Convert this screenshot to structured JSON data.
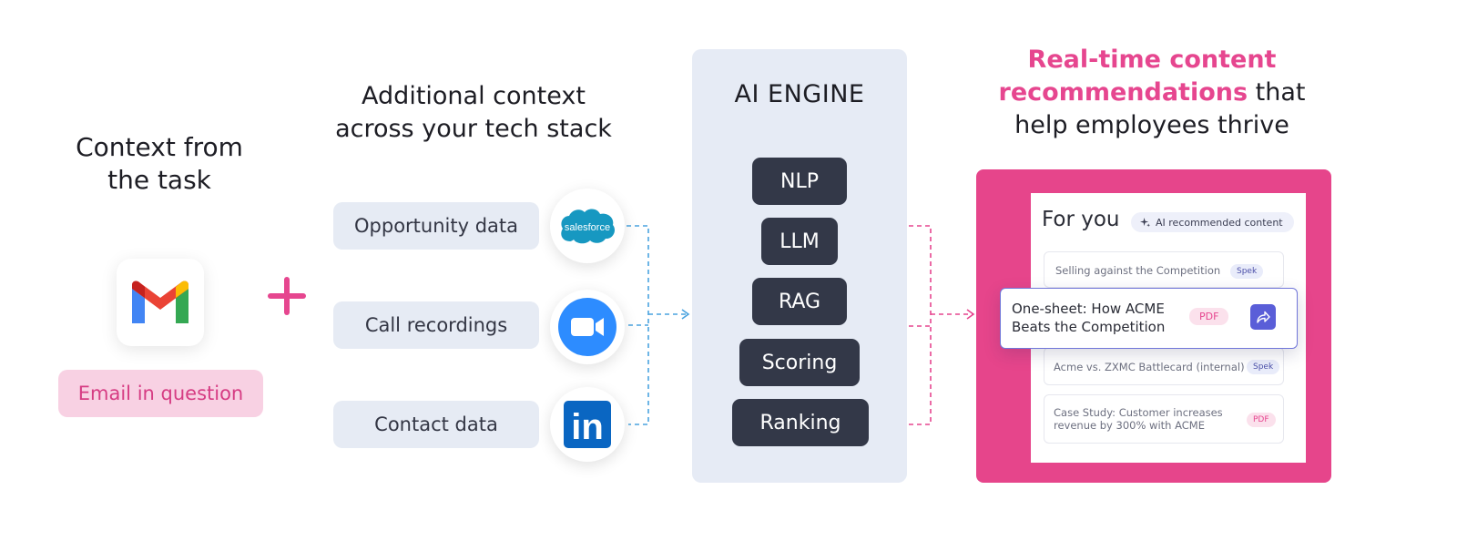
{
  "task": {
    "heading_line1": "Context from",
    "heading_line2": "the task",
    "email_label": "Email in question",
    "gmail_icon": "gmail-icon",
    "plus_icon": "plus-icon"
  },
  "tech_stack": {
    "heading_line1": "Additional context",
    "heading_line2": "across your tech stack",
    "sources": [
      {
        "label": "Opportunity data",
        "icon": "salesforce-icon",
        "icon_text": "salesforce"
      },
      {
        "label": "Call recordings",
        "icon": "zoom-icon"
      },
      {
        "label": "Contact data",
        "icon": "linkedin-icon",
        "icon_text": "in"
      }
    ]
  },
  "engine": {
    "title": "AI ENGINE",
    "components": [
      "NLP",
      "LLM",
      "RAG",
      "Scoring",
      "Ranking"
    ]
  },
  "recommendations": {
    "heading_highlight_line1": "Real-time content",
    "heading_highlight_line2": "recommendations",
    "heading_rest_line2": " that",
    "heading_line3": "help employees thrive",
    "card_title": "For you",
    "badge": "AI recommended content",
    "items": [
      {
        "title": "Selling against the Competition",
        "tag": "Spek"
      },
      {
        "title": "Acme vs. ZXMC Battlecard (internal)",
        "tag": "Spek"
      },
      {
        "title_line1": "Case Study: Customer increases",
        "title_line2": "revenue by 300% with ACME",
        "tag": "PDF"
      }
    ],
    "highlight": {
      "line1": "One-sheet: How ACME",
      "line2": "Beats the Competition",
      "tag": "PDF",
      "action_icon": "share-icon"
    }
  },
  "colors": {
    "accent_pink": "#e6468f",
    "engine_bg": "#e6ebf5",
    "engine_pill": "#333848",
    "source_pill_bg": "#e6ebf4",
    "connector_blue": "#4aa3df",
    "connector_pink": "#e6468f",
    "salesforce": "#1798c1",
    "zoom": "#2d8cff",
    "linkedin": "#0a66c2",
    "highlight_border": "#7076d9"
  }
}
